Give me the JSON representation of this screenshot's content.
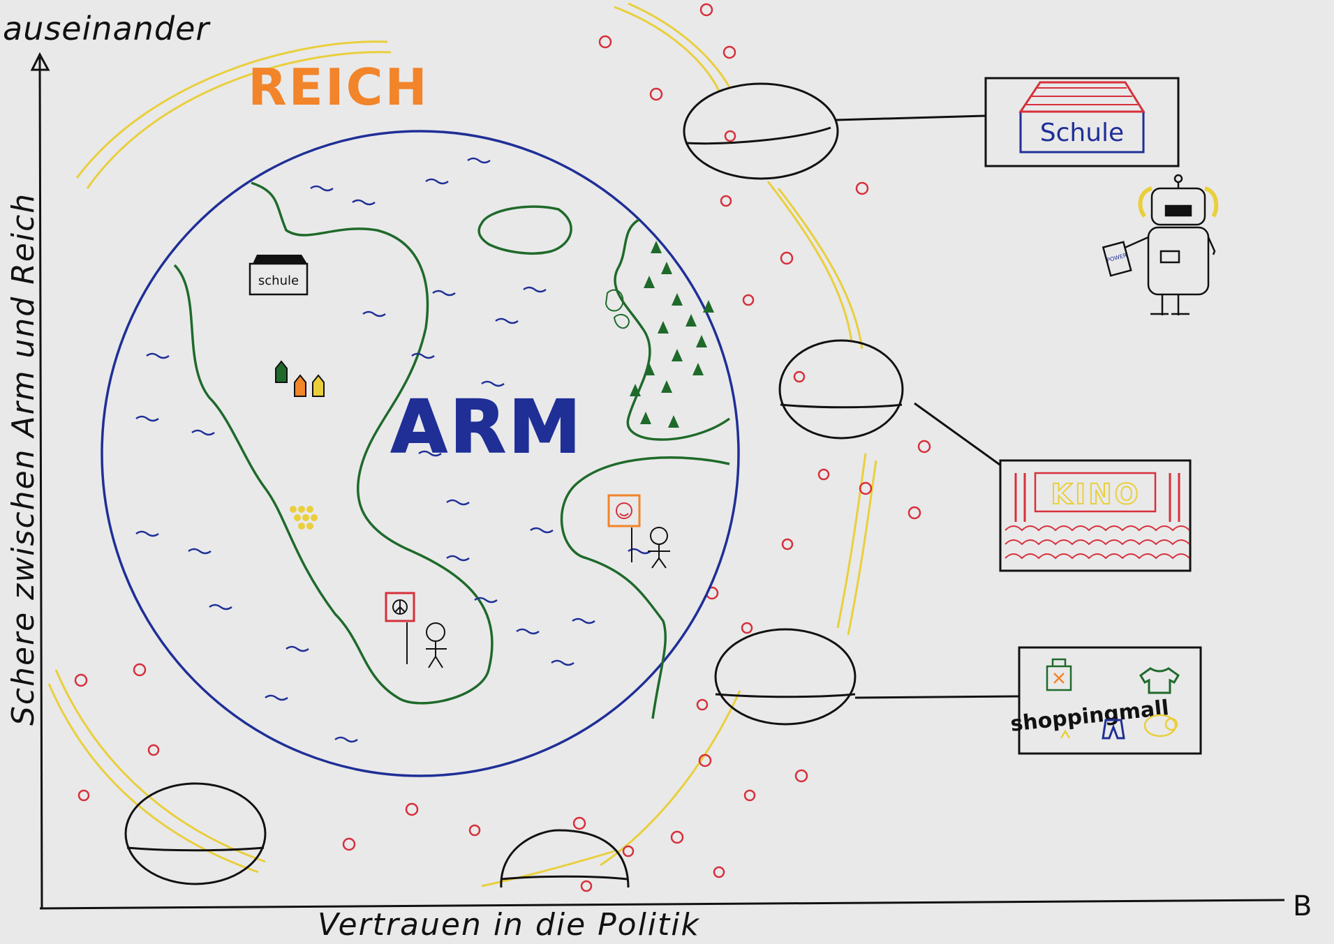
{
  "axes": {
    "y_top_label": "auseinander",
    "y_label": "Schere zwischen Arm und Reich",
    "x_label": "Vertrauen in die Politik",
    "x_arrow_letter": "B"
  },
  "labels": {
    "reich": "REICH",
    "arm": "ARM",
    "schule_globe": "schule",
    "schule_box": "Schule",
    "kino": "KINO",
    "shopping": "shoppingmall",
    "sign_small": "POWER"
  },
  "colors": {
    "orange": "#f2842a",
    "blue": "#1f2f96",
    "green": "#1f6a2a",
    "yellow": "#e9cf3c",
    "red": "#d6303a",
    "black": "#111111",
    "paper": "#e9e9ea"
  },
  "icons": [
    "peace-sign-icon",
    "smiley-sign-icon",
    "tree-icon",
    "house-icon",
    "robot-icon",
    "shopping-bag-icon",
    "tshirt-icon",
    "pants-icon"
  ]
}
